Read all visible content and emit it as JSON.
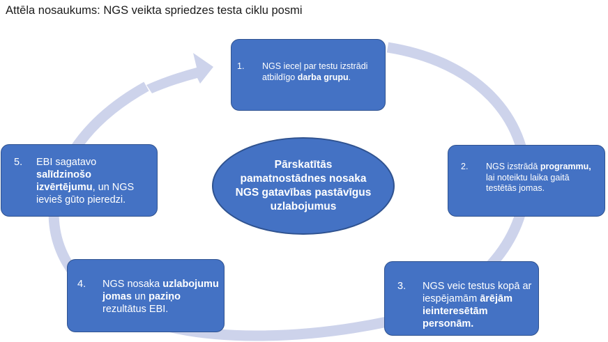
{
  "caption": "Attēla nosaukums: NGS veikta spriedzes testa ciklu posmi",
  "colors": {
    "box_fill": "#4472c4",
    "box_border": "#2f528f",
    "ring": "#cdd3eb",
    "text": "#ffffff"
  },
  "center": {
    "text": "Pārskatītās pamatnostādnes nosaka NGS gatavības pastāvīgus uzlabojumus"
  },
  "steps": [
    {
      "number": "1.",
      "parts": [
        {
          "text": "NGS ieceļ par testu izstrādi atbildīgo ",
          "bold": false
        },
        {
          "text": "darba grupu",
          "bold": true
        },
        {
          "text": ".",
          "bold": false
        }
      ]
    },
    {
      "number": "2.",
      "parts": [
        {
          "text": "NGS izstrādā ",
          "bold": false
        },
        {
          "text": "programmu,",
          "bold": true
        },
        {
          "text": " lai noteiktu laika gaitā testētās jomas.",
          "bold": false
        }
      ]
    },
    {
      "number": "3.",
      "parts": [
        {
          "text": "NGS veic testus kopā ar iespējamām ",
          "bold": false
        },
        {
          "text": "ārējām ieinteresētām personām.",
          "bold": true
        }
      ]
    },
    {
      "number": "4.",
      "parts": [
        {
          "text": "NGS nosaka ",
          "bold": false
        },
        {
          "text": "uzlabojumu jomas",
          "bold": true
        },
        {
          "text": " un ",
          "bold": false
        },
        {
          "text": "paziņo",
          "bold": true
        },
        {
          "text": " rezultātus EBI.",
          "bold": false
        }
      ]
    },
    {
      "number": "5.",
      "parts": [
        {
          "text": "EBI sagatavo ",
          "bold": false
        },
        {
          "text": "salīdzinošo izvērtējumu",
          "bold": true
        },
        {
          "text": ", un NGS ievieš gūto pieredzi.",
          "bold": false
        }
      ]
    }
  ]
}
